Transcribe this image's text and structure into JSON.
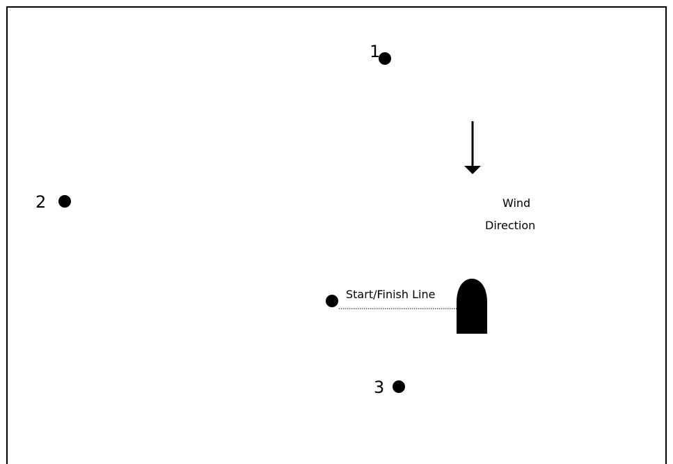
{
  "diagram": {
    "marks": [
      {
        "id": "mark-1",
        "label": "1"
      },
      {
        "id": "mark-2",
        "label": "2"
      },
      {
        "id": "mark-3",
        "label": "3"
      }
    ],
    "start_finish_label": "Start/Finish Line",
    "wind": {
      "line1": "Wind",
      "line2": "Direction",
      "arrow_icon": "arrow-down-icon"
    },
    "committee_boat_icon": "boat-icon",
    "colors": {
      "ink": "#000000",
      "background": "#ffffff"
    }
  }
}
